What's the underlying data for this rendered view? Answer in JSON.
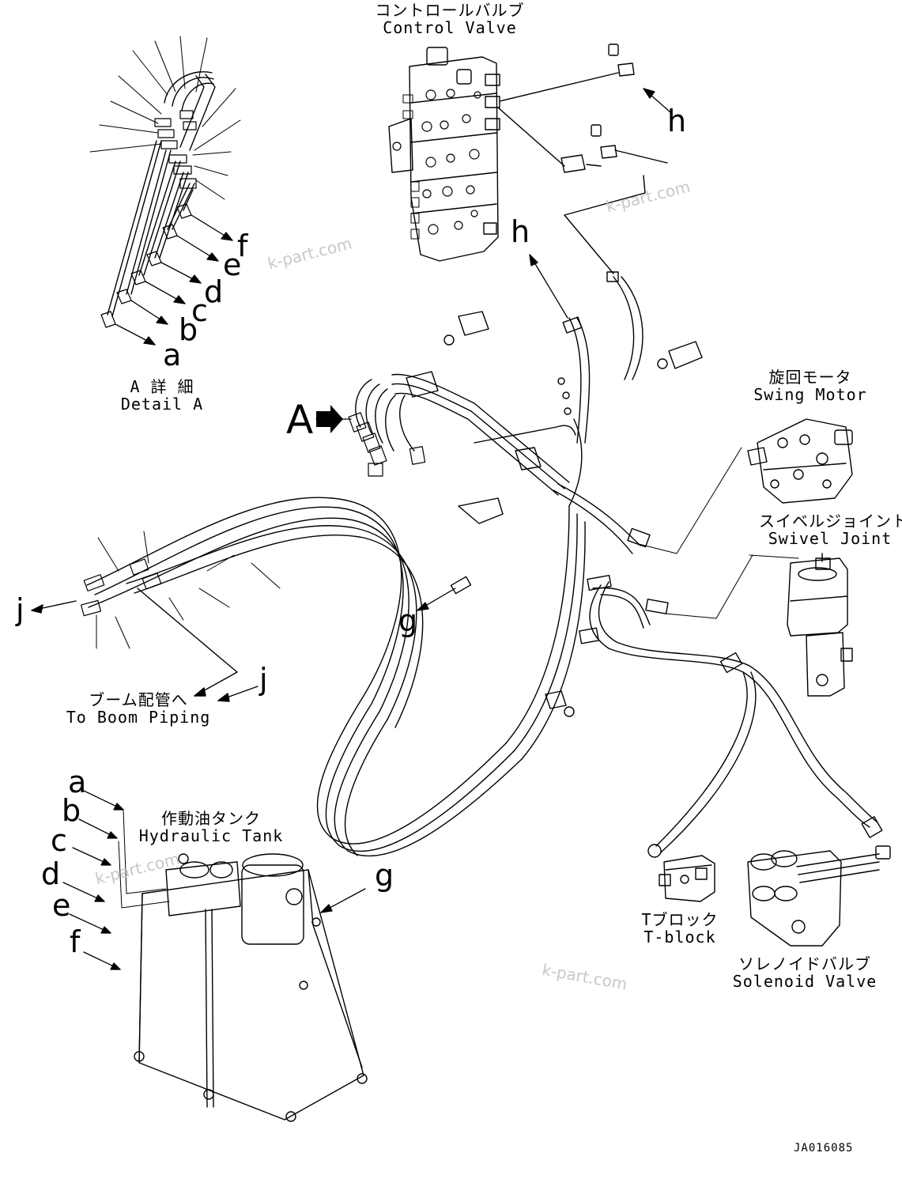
{
  "labels": {
    "control_valve_jp": "コントロールバルブ",
    "control_valve_en": "Control Valve",
    "detail_jp": "A 詳 細",
    "detail_en": "Detail A",
    "swing_motor_jp": "旋回モータ",
    "swing_motor_en": "Swing Motor",
    "swivel_joint_jp": "スイベルジョイント",
    "swivel_joint_en": "Swivel Joint",
    "boom_jp": "ブーム配管へ",
    "boom_en": "To Boom Piping",
    "hyd_tank_jp": "作動油タンク",
    "hyd_tank_en": "Hydraulic Tank",
    "tblock_jp": "Tブロック",
    "tblock_en": "T-block",
    "solenoid_jp": "ソレノイドバルブ",
    "solenoid_en": "Solenoid Valve",
    "drawing_code": "JA016085",
    "view_marker": "A"
  },
  "callouts": {
    "a": "a",
    "b": "b",
    "c": "c",
    "d": "d",
    "e": "e",
    "f": "f",
    "g": "g",
    "h": "h",
    "j": "j"
  },
  "watermark": "k-part.com"
}
